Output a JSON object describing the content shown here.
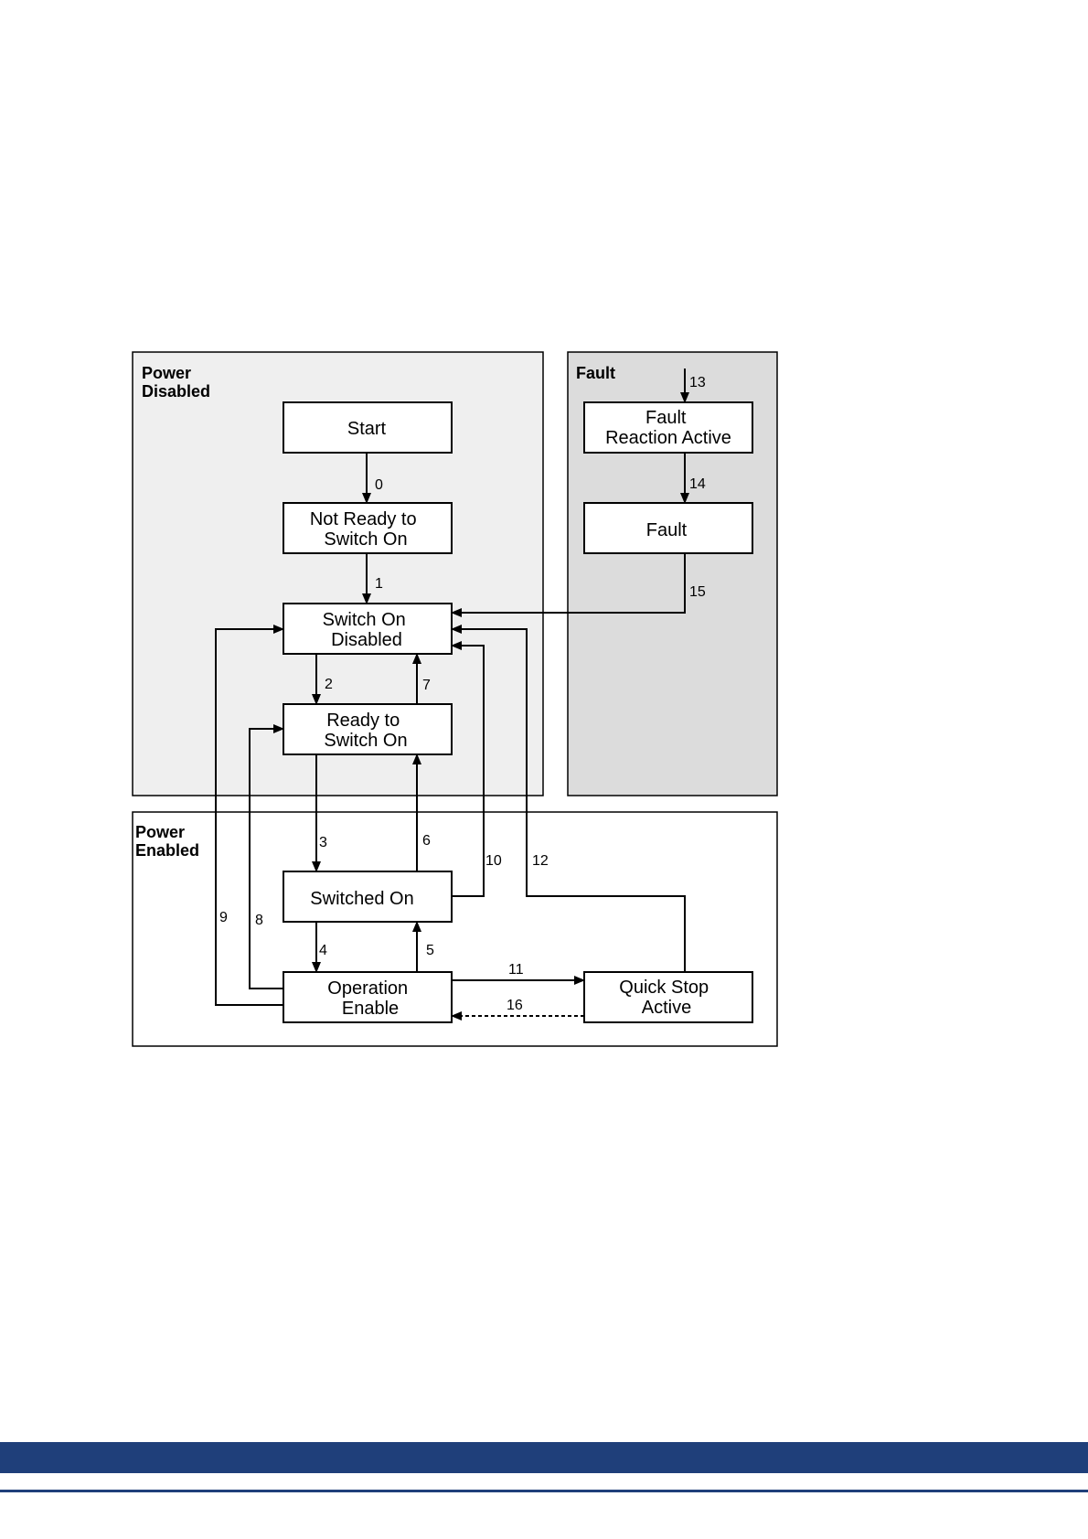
{
  "colors": {
    "power_disabled_fill": "#efefef",
    "fault_fill": "#dcdcdc",
    "power_enabled_fill": "#ffffff",
    "footer_blue": "#1f3f7a"
  },
  "regions": {
    "power_disabled": [
      "Power",
      "Disabled"
    ],
    "fault": [
      "Fault"
    ],
    "power_enabled": [
      "Power",
      "Enabled"
    ]
  },
  "states": {
    "start": [
      "Start"
    ],
    "not_ready": [
      "Not Ready to",
      "Switch On"
    ],
    "switch_on_disabled": [
      "Switch On",
      "Disabled"
    ],
    "ready": [
      "Ready to",
      "Switch On"
    ],
    "switched_on": [
      "Switched On"
    ],
    "operation_enable": [
      "Operation",
      "Enable"
    ],
    "fault_reaction": [
      "Fault",
      "Reaction Active"
    ],
    "fault": [
      "Fault"
    ],
    "quick_stop": [
      "Quick Stop",
      "Active"
    ]
  },
  "transitions": {
    "t0": "0",
    "t1": "1",
    "t2": "2",
    "t3": "3",
    "t4": "4",
    "t5": "5",
    "t6": "6",
    "t7": "7",
    "t8": "8",
    "t9": "9",
    "t10": "10",
    "t11": "11",
    "t12": "12",
    "t13": "13",
    "t14": "14",
    "t15": "15",
    "t16": "16"
  }
}
